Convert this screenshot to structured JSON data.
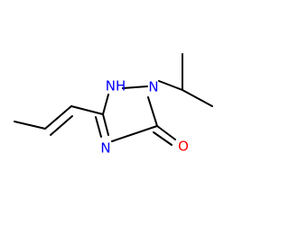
{
  "molecule": {
    "atoms": {
      "nh": {
        "text": "NH",
        "color": "#0000ff"
      },
      "n1": {
        "text": "N",
        "color": "#0000ff"
      },
      "n4": {
        "text": "N",
        "color": "#0000ff"
      },
      "o": {
        "text": "O",
        "color": "#ff0000"
      }
    },
    "bond_color": "#000000"
  }
}
